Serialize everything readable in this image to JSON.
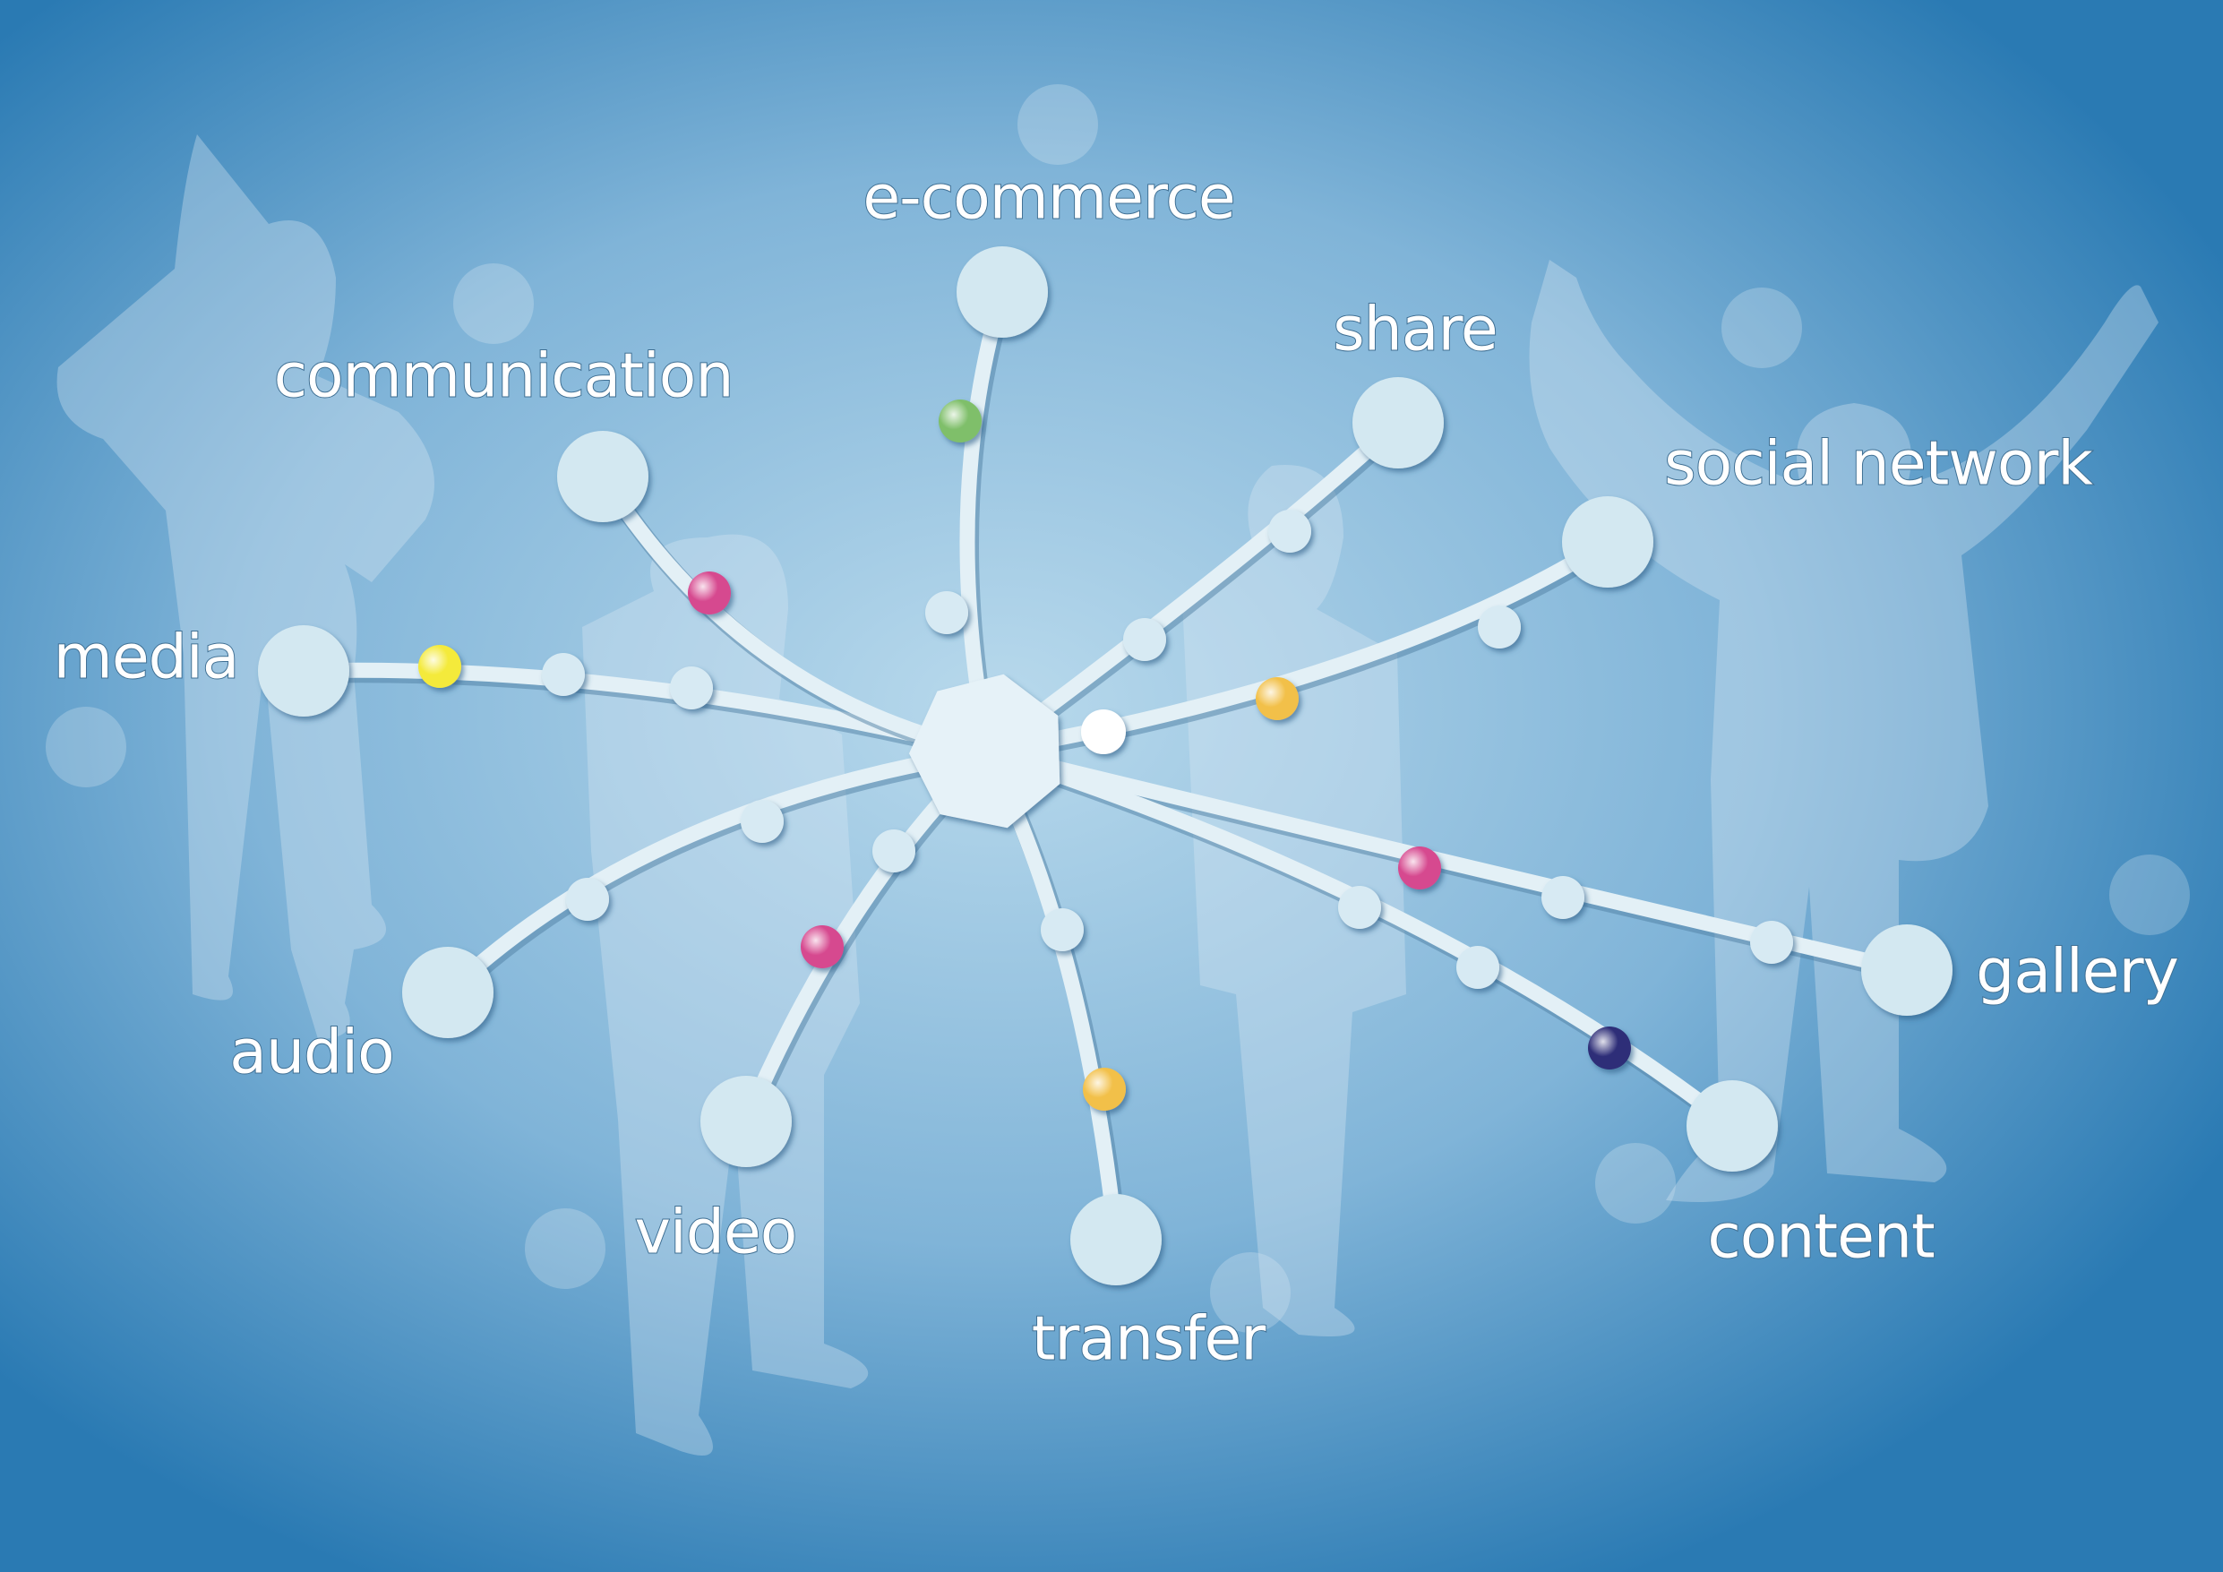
{
  "diagram": {
    "title": "network hub",
    "hub": "center",
    "branches": [
      {
        "label": "e-commerce",
        "bead_color": "#7fbf6a"
      },
      {
        "label": "share",
        "bead_color": null
      },
      {
        "label": "social network",
        "bead_color": "#f2c04a"
      },
      {
        "label": "gallery",
        "bead_color": "#d6488f"
      },
      {
        "label": "content",
        "bead_color": "#2f2f78"
      },
      {
        "label": "transfer",
        "bead_color": "#f2c04a"
      },
      {
        "label": "video",
        "bead_color": "#d6488f"
      },
      {
        "label": "audio",
        "bead_color": null
      },
      {
        "label": "media",
        "bead_color": "#f4ea3a"
      },
      {
        "label": "communication",
        "bead_color": "#d6488f"
      }
    ]
  },
  "colors": {
    "background_edge": "#2a7ab3",
    "background_center": "#b8d9ec",
    "node": "#d3e8f1",
    "line": "#e3f0f6"
  }
}
